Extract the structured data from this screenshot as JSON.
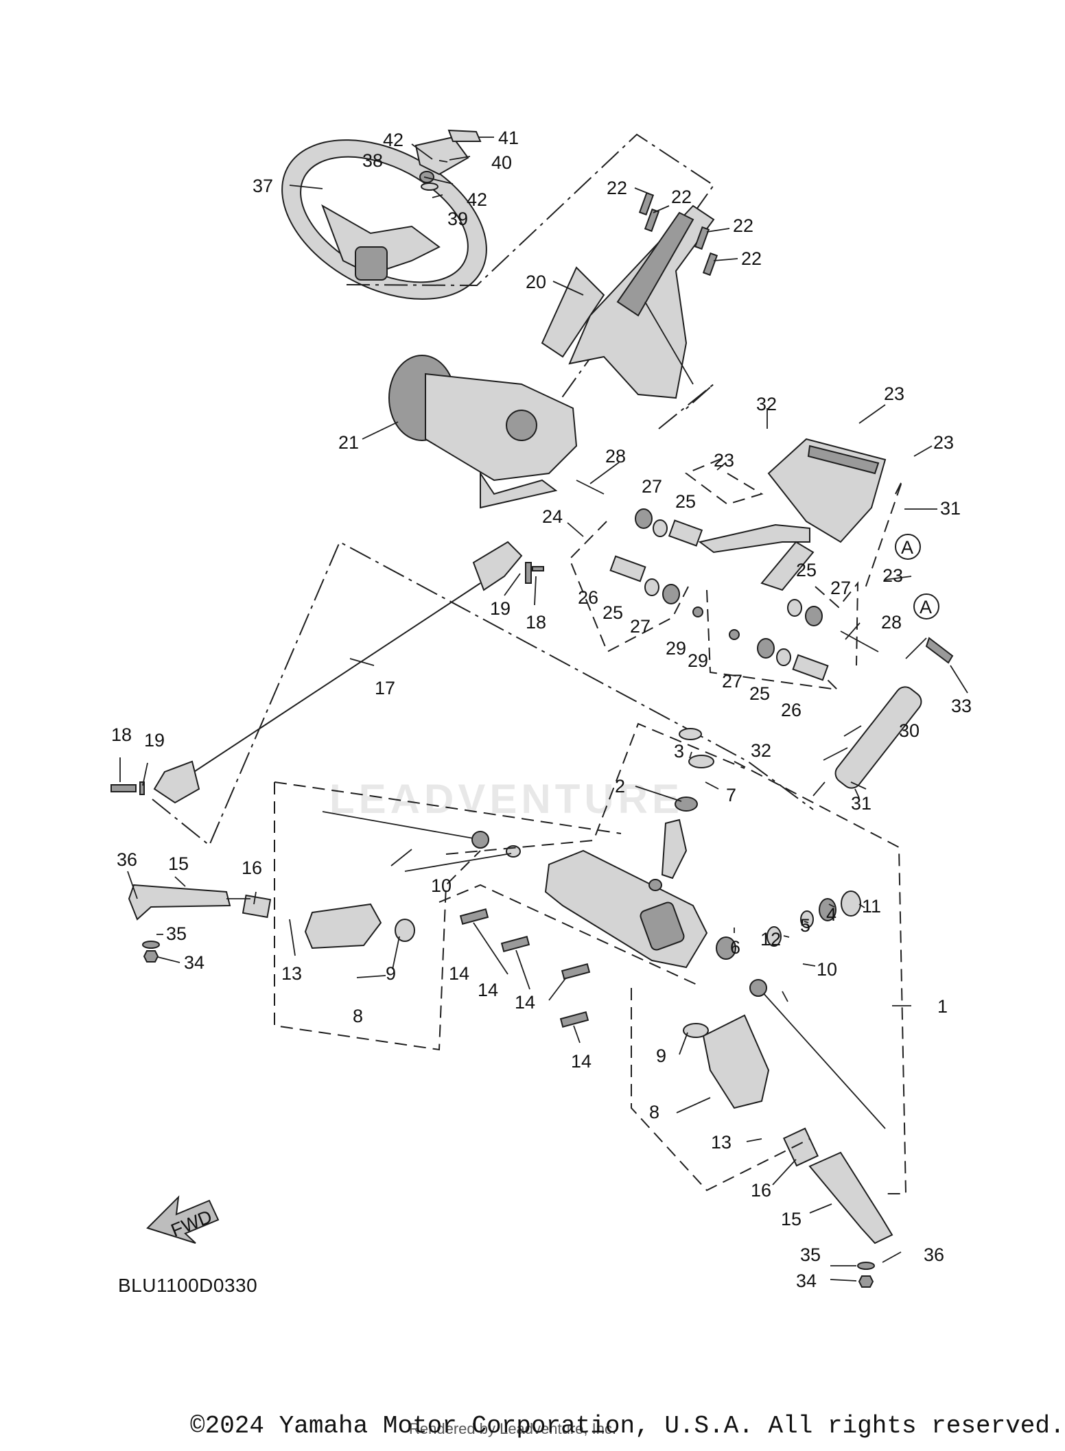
{
  "diagram": {
    "code": "BLU1100D0330",
    "copyright": "©2024 Yamaha Motor Corporation, U.S.A. All rights reserved.",
    "rendered_by": "Rendered by Leadventure, Inc.",
    "watermark": "LEADVENTURE",
    "fwd_arrow_label": "FWD",
    "reference_mark": "A"
  },
  "callouts": [
    {
      "id": "c1",
      "text": "1"
    },
    {
      "id": "c2",
      "text": "2"
    },
    {
      "id": "c3",
      "text": "3"
    },
    {
      "id": "c4",
      "text": "4"
    },
    {
      "id": "c5",
      "text": "5"
    },
    {
      "id": "c6",
      "text": "6"
    },
    {
      "id": "c7",
      "text": "7"
    },
    {
      "id": "c8a",
      "text": "8"
    },
    {
      "id": "c8b",
      "text": "8"
    },
    {
      "id": "c9a",
      "text": "9"
    },
    {
      "id": "c9b",
      "text": "9"
    },
    {
      "id": "c10a",
      "text": "10"
    },
    {
      "id": "c10b",
      "text": "10"
    },
    {
      "id": "c11",
      "text": "11"
    },
    {
      "id": "c12",
      "text": "12"
    },
    {
      "id": "c13a",
      "text": "13"
    },
    {
      "id": "c13b",
      "text": "13"
    },
    {
      "id": "c14a",
      "text": "14"
    },
    {
      "id": "c14b",
      "text": "14"
    },
    {
      "id": "c14c",
      "text": "14"
    },
    {
      "id": "c14d",
      "text": "14"
    },
    {
      "id": "c15a",
      "text": "15"
    },
    {
      "id": "c15b",
      "text": "15"
    },
    {
      "id": "c16a",
      "text": "16"
    },
    {
      "id": "c16b",
      "text": "16"
    },
    {
      "id": "c17",
      "text": "17"
    },
    {
      "id": "c18a",
      "text": "18"
    },
    {
      "id": "c18b",
      "text": "18"
    },
    {
      "id": "c19a",
      "text": "19"
    },
    {
      "id": "c19b",
      "text": "19"
    },
    {
      "id": "c20",
      "text": "20"
    },
    {
      "id": "c21",
      "text": "21"
    },
    {
      "id": "c22a",
      "text": "22"
    },
    {
      "id": "c22b",
      "text": "22"
    },
    {
      "id": "c22c",
      "text": "22"
    },
    {
      "id": "c22d",
      "text": "22"
    },
    {
      "id": "c23a",
      "text": "23"
    },
    {
      "id": "c23b",
      "text": "23"
    },
    {
      "id": "c23c",
      "text": "23"
    },
    {
      "id": "c23d",
      "text": "23"
    },
    {
      "id": "c24",
      "text": "24"
    },
    {
      "id": "c25a",
      "text": "25"
    },
    {
      "id": "c25b",
      "text": "25"
    },
    {
      "id": "c25c",
      "text": "25"
    },
    {
      "id": "c25d",
      "text": "25"
    },
    {
      "id": "c26a",
      "text": "26"
    },
    {
      "id": "c26b",
      "text": "26"
    },
    {
      "id": "c27a",
      "text": "27"
    },
    {
      "id": "c27b",
      "text": "27"
    },
    {
      "id": "c27c",
      "text": "27"
    },
    {
      "id": "c27d",
      "text": "27"
    },
    {
      "id": "c28a",
      "text": "28"
    },
    {
      "id": "c28b",
      "text": "28"
    },
    {
      "id": "c29a",
      "text": "29"
    },
    {
      "id": "c29b",
      "text": "29"
    },
    {
      "id": "c30",
      "text": "30"
    },
    {
      "id": "c31a",
      "text": "31"
    },
    {
      "id": "c31b",
      "text": "31"
    },
    {
      "id": "c32a",
      "text": "32"
    },
    {
      "id": "c32b",
      "text": "32"
    },
    {
      "id": "c33",
      "text": "33"
    },
    {
      "id": "c34a",
      "text": "34"
    },
    {
      "id": "c34b",
      "text": "34"
    },
    {
      "id": "c35a",
      "text": "35"
    },
    {
      "id": "c35b",
      "text": "35"
    },
    {
      "id": "c36a",
      "text": "36"
    },
    {
      "id": "c36b",
      "text": "36"
    },
    {
      "id": "c37",
      "text": "37"
    },
    {
      "id": "c38",
      "text": "38"
    },
    {
      "id": "c39",
      "text": "39"
    },
    {
      "id": "c40",
      "text": "40"
    },
    {
      "id": "c41",
      "text": "41"
    },
    {
      "id": "c42a",
      "text": "42"
    },
    {
      "id": "c42b",
      "text": "42"
    }
  ]
}
